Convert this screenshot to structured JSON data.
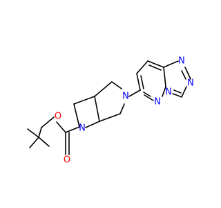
{
  "molecule": {
    "atoms": [
      {
        "id": "N1",
        "symbol": "N",
        "color": "#0000ff"
      },
      {
        "id": "N2",
        "symbol": "N",
        "color": "#0000ff"
      },
      {
        "id": "N3",
        "symbol": "N",
        "color": "#0000ff"
      },
      {
        "id": "N4",
        "symbol": "N",
        "color": "#0000ff"
      },
      {
        "id": "N5",
        "symbol": "N",
        "color": "#0000ff"
      },
      {
        "id": "N6",
        "symbol": "N",
        "color": "#0000ff"
      },
      {
        "id": "O1",
        "symbol": "O",
        "color": "#ff0000"
      },
      {
        "id": "O2",
        "symbol": "O",
        "color": "#ff0000"
      }
    ],
    "bond_color": "#000000"
  }
}
